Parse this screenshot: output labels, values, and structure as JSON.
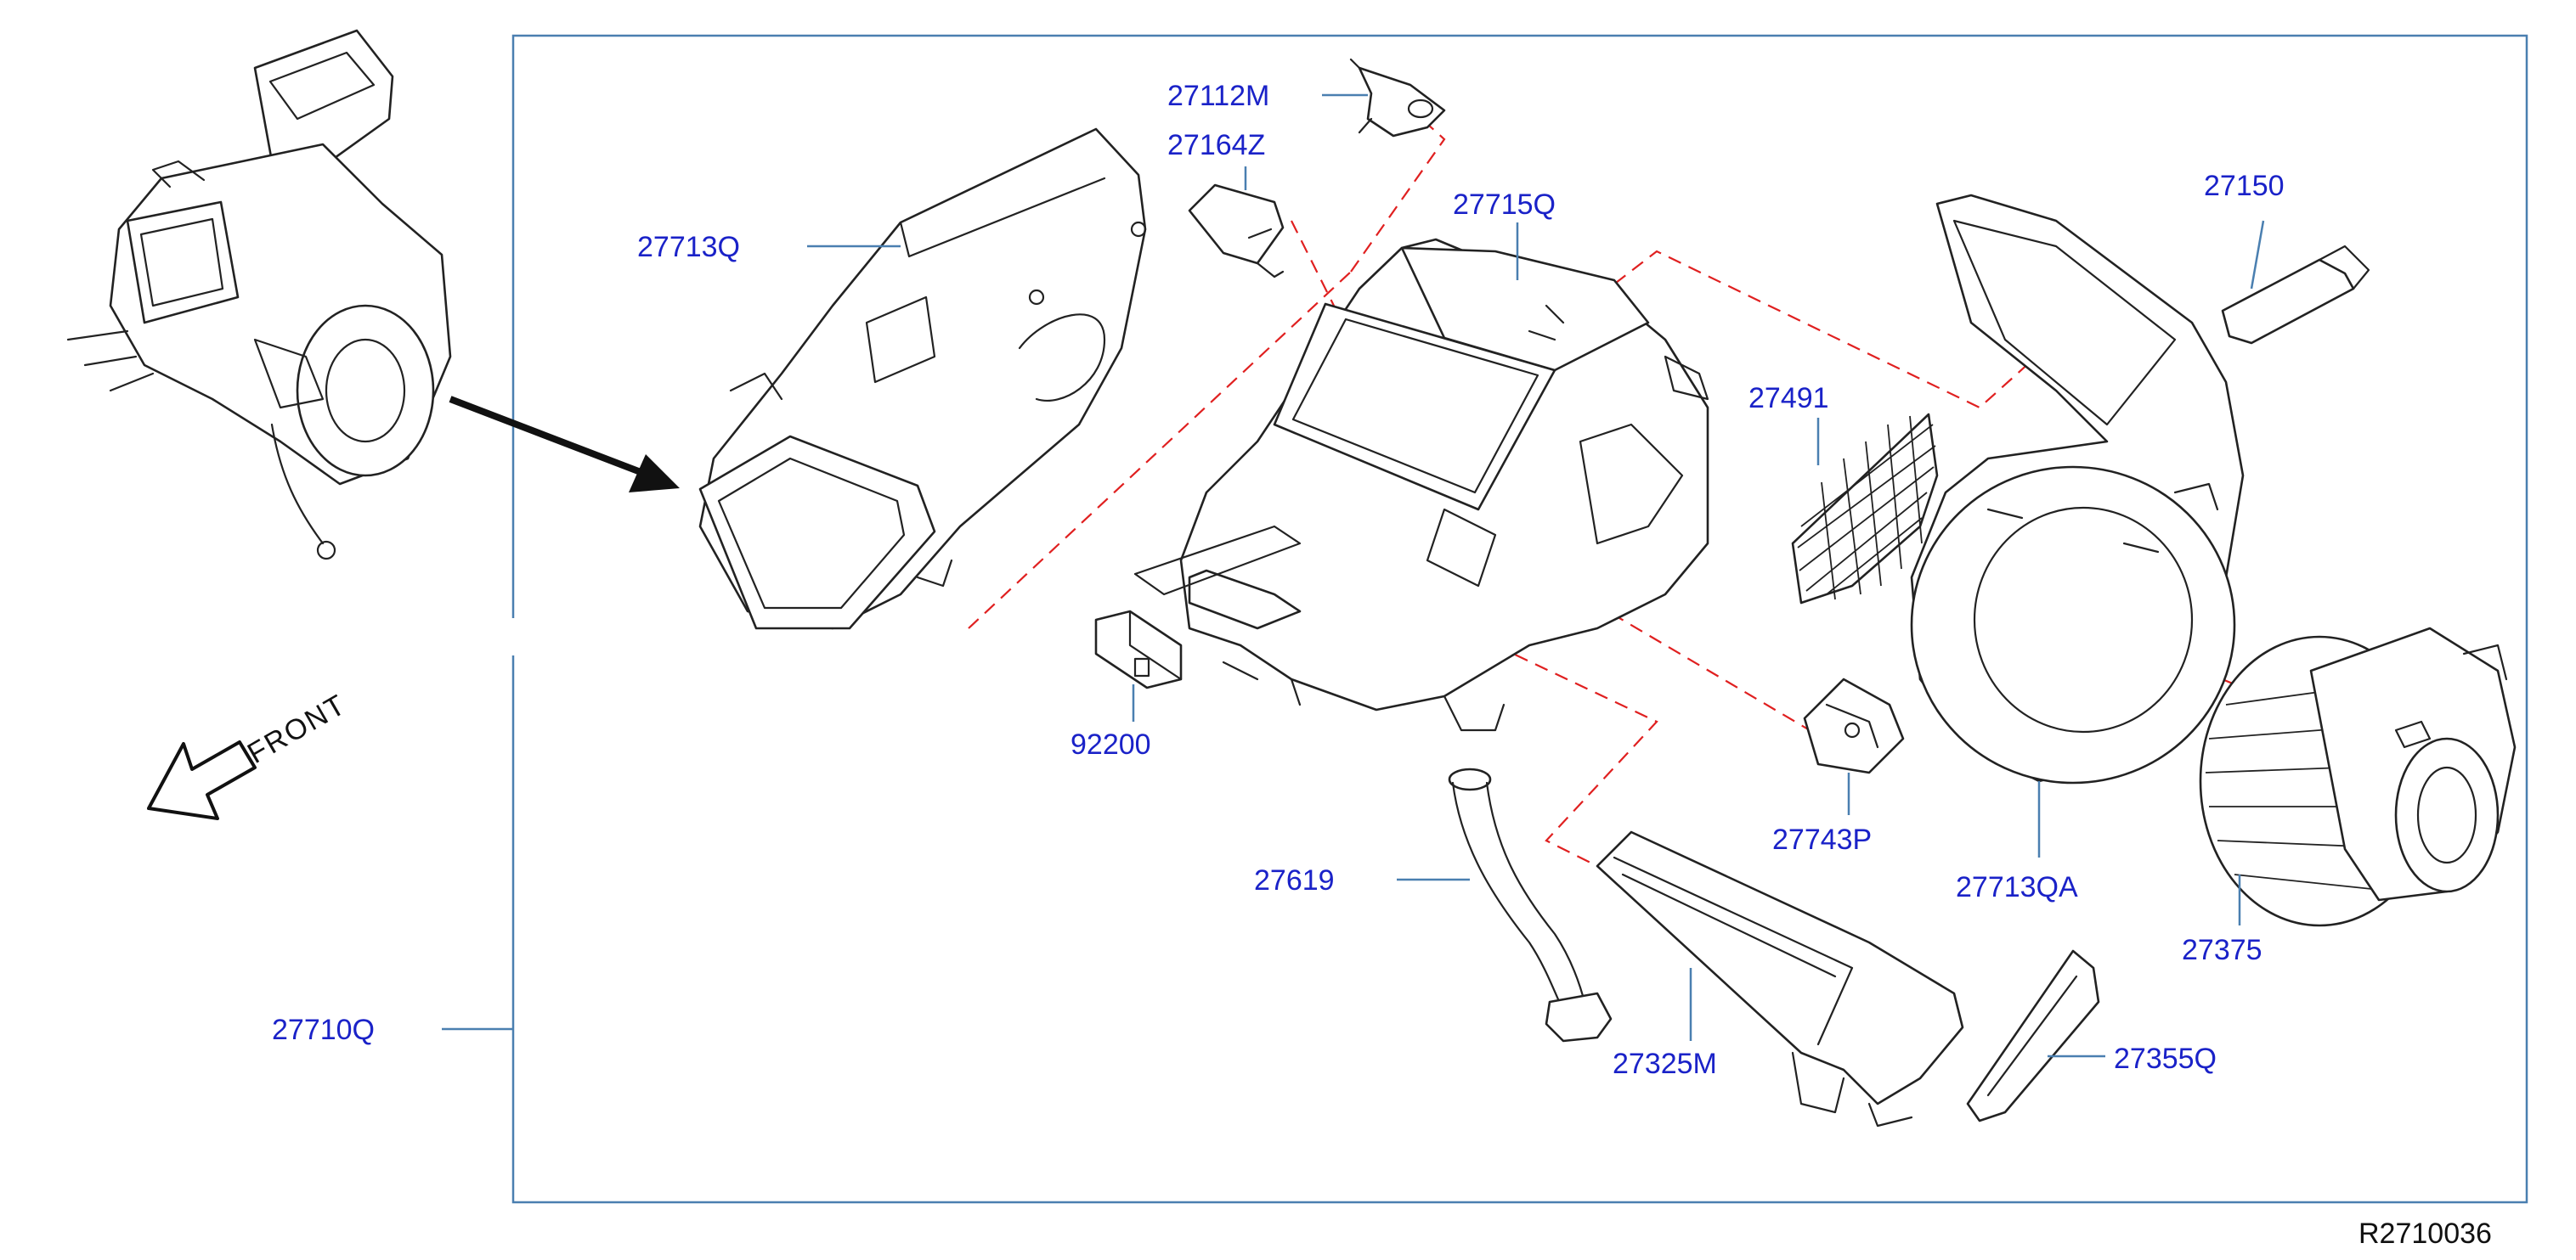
{
  "diagram": {
    "front_label": "FRONT",
    "reference_code": "R2710036",
    "callouts": {
      "p27112M": "27112M",
      "p27164Z": "27164Z",
      "p27713Q": "27713Q",
      "p27715Q": "27715Q",
      "p27150": "27150",
      "p27491": "27491",
      "p92200": "92200",
      "p27743P": "27743P",
      "p27713QA": "27713QA",
      "p27619": "27619",
      "p27375": "27375",
      "p27710Q": "27710Q",
      "p27325M": "27325M",
      "p27355Q": "27355Q"
    }
  },
  "colors": {
    "callout_text": "#1a22c8",
    "frame_line": "#4a7fb0",
    "dashed_guide": "#e02020",
    "part_outline": "#222222",
    "background": "#ffffff"
  }
}
